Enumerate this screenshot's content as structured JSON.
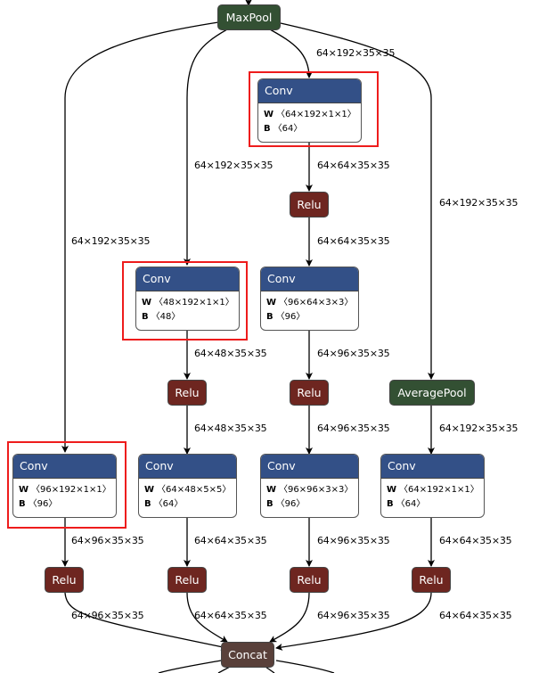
{
  "graph": {
    "nodes": {
      "maxpool": {
        "label": "MaxPool"
      },
      "conv_a": {
        "label": "Conv",
        "W_label": "W",
        "W": "〈64×192×1×1〉",
        "B_label": "B",
        "B": "〈64〉",
        "highlighted": true
      },
      "relu_a": {
        "label": "Relu"
      },
      "conv_b": {
        "label": "Conv",
        "W_label": "W",
        "W": "〈48×192×1×1〉",
        "B_label": "B",
        "B": "〈48〉",
        "highlighted": true
      },
      "conv_c": {
        "label": "Conv",
        "W_label": "W",
        "W": "〈96×64×3×3〉",
        "B_label": "B",
        "B": "〈96〉"
      },
      "relu_b": {
        "label": "Relu"
      },
      "relu_c": {
        "label": "Relu"
      },
      "avgpool": {
        "label": "AveragePool"
      },
      "conv_d": {
        "label": "Conv",
        "W_label": "W",
        "W": "〈96×192×1×1〉",
        "B_label": "B",
        "B": "〈96〉",
        "highlighted": true
      },
      "conv_e": {
        "label": "Conv",
        "W_label": "W",
        "W": "〈64×48×5×5〉",
        "B_label": "B",
        "B": "〈64〉"
      },
      "conv_f": {
        "label": "Conv",
        "W_label": "W",
        "W": "〈96×96×3×3〉",
        "B_label": "B",
        "B": "〈96〉"
      },
      "conv_g": {
        "label": "Conv",
        "W_label": "W",
        "W": "〈64×192×1×1〉",
        "B_label": "B",
        "B": "〈64〉"
      },
      "relu_d": {
        "label": "Relu"
      },
      "relu_e": {
        "label": "Relu"
      },
      "relu_f": {
        "label": "Relu"
      },
      "relu_g": {
        "label": "Relu"
      },
      "concat": {
        "label": "Concat"
      }
    },
    "edges": {
      "maxpool_conv_a": "64×192×35×35",
      "maxpool_conv_b": "64×192×35×35",
      "maxpool_conv_d": "64×192×35×35",
      "maxpool_avgpool": "64×192×35×35",
      "conv_a_relu_a": "64×64×35×35",
      "relu_a_conv_c": "64×64×35×35",
      "conv_b_relu_b": "64×48×35×35",
      "relu_b_conv_e": "64×48×35×35",
      "conv_c_relu_c": "64×96×35×35",
      "relu_c_conv_f": "64×96×35×35",
      "avgpool_conv_g": "64×192×35×35",
      "conv_d_relu_d": "64×96×35×35",
      "conv_e_relu_e": "64×64×35×35",
      "conv_f_relu_f": "64×96×35×35",
      "conv_g_relu_g": "64×64×35×35",
      "relu_d_concat": "64×96×35×35",
      "relu_e_concat": "64×64×35×35",
      "relu_f_concat": "64×96×35×35",
      "relu_g_concat": "64×64×35×35"
    },
    "colors": {
      "conv_header": "#335087",
      "pool": "#335033",
      "relu": "#6e2620",
      "concat": "#59403a",
      "highlight": "#ee1c1c"
    }
  }
}
